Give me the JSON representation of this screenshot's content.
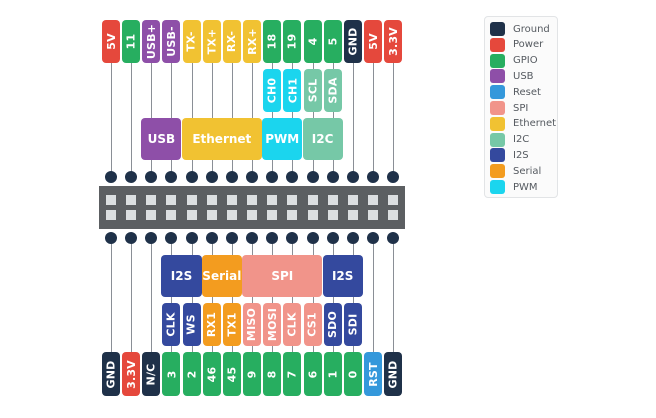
{
  "colors": {
    "Ground": "#1f3149",
    "Power": "#e5483c",
    "GPIO": "#27ae60",
    "USB": "#8e4fa8",
    "Reset": "#3498db",
    "SPI": "#f1948a",
    "Ethernet": "#f1c232",
    "I2C": "#76c8a7",
    "I2S": "#34499e",
    "Serial": "#f39c1f",
    "PWM": "#1bd5ee"
  },
  "top_pins": [
    {
      "label": "5V",
      "type": "Power"
    },
    {
      "label": "11",
      "type": "GPIO"
    },
    {
      "label": "USB+",
      "type": "USB"
    },
    {
      "label": "USB-",
      "type": "USB"
    },
    {
      "label": "TX-",
      "type": "Ethernet"
    },
    {
      "label": "TX+",
      "type": "Ethernet"
    },
    {
      "label": "RX-",
      "type": "Ethernet"
    },
    {
      "label": "RX+",
      "type": "Ethernet"
    },
    {
      "label": "18",
      "type": "GPIO"
    },
    {
      "label": "19",
      "type": "GPIO"
    },
    {
      "label": "4",
      "type": "GPIO"
    },
    {
      "label": "5",
      "type": "GPIO"
    },
    {
      "label": "GND",
      "type": "Ground"
    },
    {
      "label": "5V",
      "type": "Power"
    },
    {
      "label": "3.3V",
      "type": "Power"
    }
  ],
  "top_functions": [
    {
      "label": "CH0",
      "type": "PWM",
      "col": 8
    },
    {
      "label": "CH1",
      "type": "PWM",
      "col": 9
    },
    {
      "label": "SCL",
      "type": "I2C",
      "col": 10
    },
    {
      "label": "SDA",
      "type": "I2C",
      "col": 11
    }
  ],
  "top_groups": [
    {
      "label": "USB",
      "type": "USB",
      "from": 2,
      "to": 3
    },
    {
      "label": "Ethernet",
      "type": "Ethernet",
      "from": 4,
      "to": 7
    },
    {
      "label": "PWM",
      "type": "PWM",
      "from": 8,
      "to": 9
    },
    {
      "label": "I2C",
      "type": "I2C",
      "from": 10,
      "to": 11
    }
  ],
  "bottom_groups": [
    {
      "label": "I2S",
      "type": "I2S",
      "from": 3,
      "to": 4
    },
    {
      "label": "Serial",
      "type": "Serial",
      "from": 5,
      "to": 6
    },
    {
      "label": "SPI",
      "type": "SPI",
      "from": 7,
      "to": 10
    },
    {
      "label": "I2S",
      "type": "I2S",
      "from": 11,
      "to": 12
    }
  ],
  "bottom_functions": [
    {
      "label": "CLK",
      "type": "I2S",
      "col": 3
    },
    {
      "label": "WS",
      "type": "I2S",
      "col": 4
    },
    {
      "label": "RX1",
      "type": "Serial",
      "col": 5
    },
    {
      "label": "TX1",
      "type": "Serial",
      "col": 6
    },
    {
      "label": "MISO",
      "type": "SPI",
      "col": 7
    },
    {
      "label": "MOSI",
      "type": "SPI",
      "col": 8
    },
    {
      "label": "CLK",
      "type": "SPI",
      "col": 9
    },
    {
      "label": "CS1",
      "type": "SPI",
      "col": 10
    },
    {
      "label": "SDO",
      "type": "I2S",
      "col": 11
    },
    {
      "label": "SDI",
      "type": "I2S",
      "col": 12
    }
  ],
  "bottom_pins": [
    {
      "label": "GND",
      "type": "Ground"
    },
    {
      "label": "3.3V",
      "type": "Power"
    },
    {
      "label": "N/C",
      "type": "Ground"
    },
    {
      "label": "3",
      "type": "GPIO"
    },
    {
      "label": "2",
      "type": "GPIO"
    },
    {
      "label": "46",
      "type": "GPIO"
    },
    {
      "label": "45",
      "type": "GPIO"
    },
    {
      "label": "9",
      "type": "GPIO"
    },
    {
      "label": "8",
      "type": "GPIO"
    },
    {
      "label": "7",
      "type": "GPIO"
    },
    {
      "label": "6",
      "type": "GPIO"
    },
    {
      "label": "1",
      "type": "GPIO"
    },
    {
      "label": "0",
      "type": "GPIO"
    },
    {
      "label": "RST",
      "type": "Reset"
    },
    {
      "label": "GND",
      "type": "Ground"
    }
  ],
  "legend": [
    {
      "label": "Ground",
      "type": "Ground"
    },
    {
      "label": "Power",
      "type": "Power"
    },
    {
      "label": "GPIO",
      "type": "GPIO"
    },
    {
      "label": "USB",
      "type": "USB"
    },
    {
      "label": "Reset",
      "type": "Reset"
    },
    {
      "label": "SPI",
      "type": "SPI"
    },
    {
      "label": "Ethernet",
      "type": "Ethernet"
    },
    {
      "label": "I2C",
      "type": "I2C"
    },
    {
      "label": "I2S",
      "type": "I2S"
    },
    {
      "label": "Serial",
      "type": "Serial"
    },
    {
      "label": "PWM",
      "type": "PWM"
    }
  ]
}
